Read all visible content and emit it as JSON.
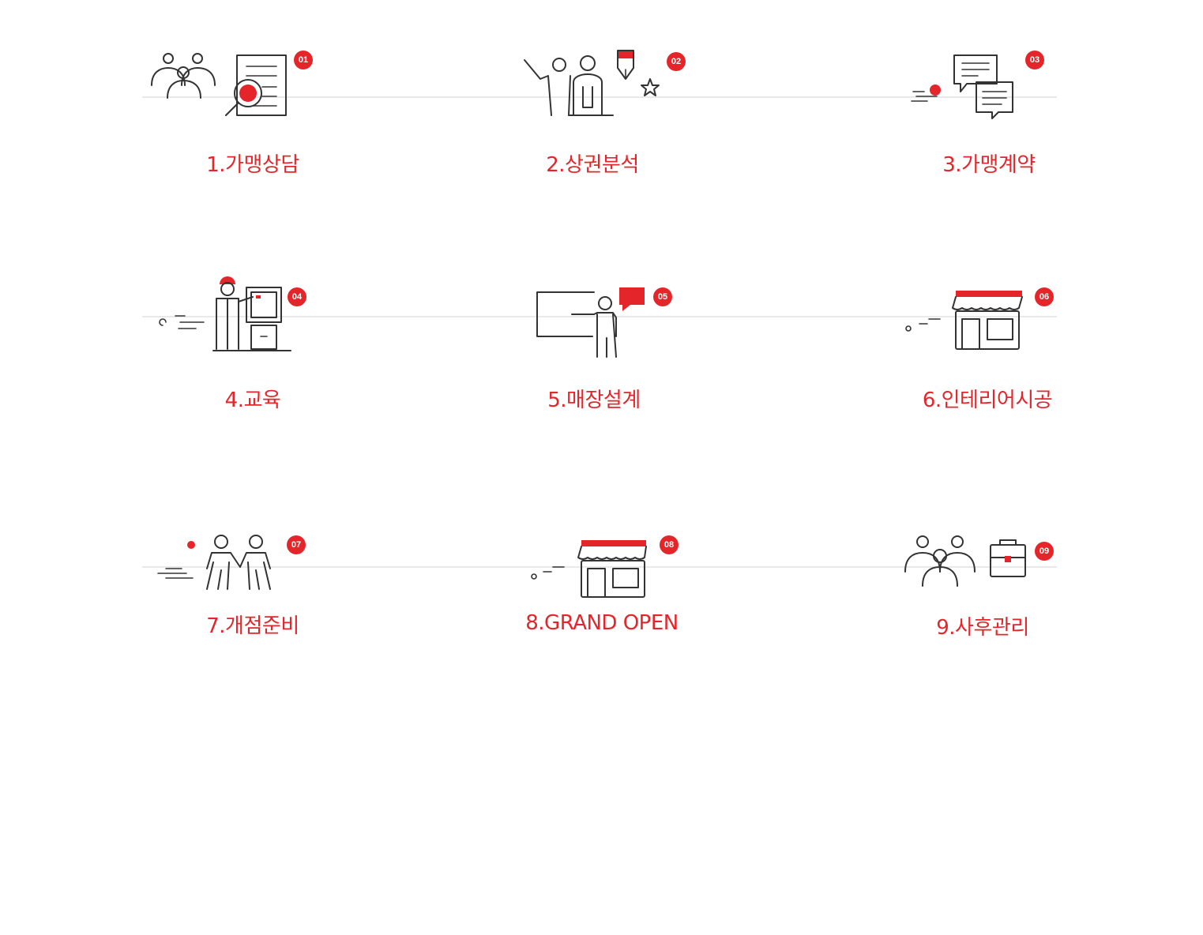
{
  "steps": [
    {
      "badge": "01",
      "label": "1.가맹상담",
      "icon": "consult-icon"
    },
    {
      "badge": "02",
      "label": "2.상권분석",
      "icon": "analysis-icon"
    },
    {
      "badge": "03",
      "label": "3.가맹계약",
      "icon": "contract-icon"
    },
    {
      "badge": "04",
      "label": "4.교육",
      "icon": "education-icon"
    },
    {
      "badge": "05",
      "label": "5.매장설계",
      "icon": "store-design-icon"
    },
    {
      "badge": "06",
      "label": "6.인테리어시공",
      "icon": "storefront-icon"
    },
    {
      "badge": "07",
      "label": "7.개점준비",
      "icon": "handshake-icon"
    },
    {
      "badge": "08",
      "label": "8.GRAND OPEN",
      "icon": "storefront-icon"
    },
    {
      "badge": "09",
      "label": "9.사후관리",
      "icon": "aftercare-icon"
    }
  ],
  "colors": {
    "accent": "#e4262b",
    "line": "#e9e9e9",
    "icon_stroke": "#333333"
  }
}
